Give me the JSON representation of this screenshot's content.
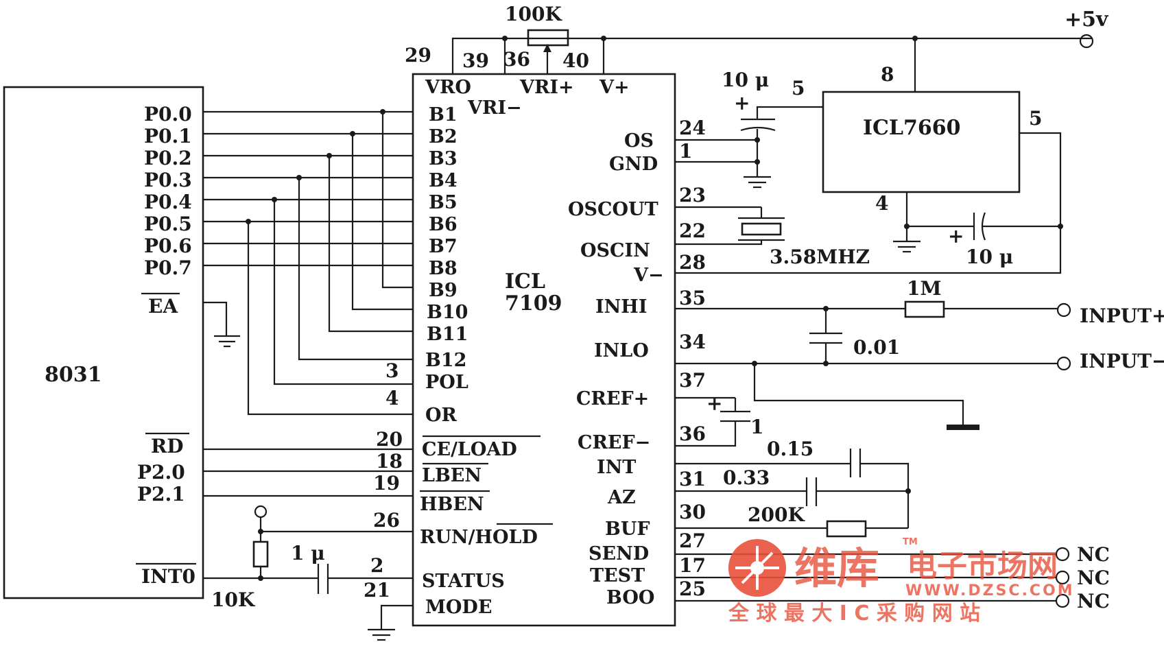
{
  "mcu": {
    "name": "8031",
    "pins": [
      "P0.0",
      "P0.1",
      "P0.2",
      "P0.3",
      "P0.4",
      "P0.5",
      "P0.6",
      "P0.7"
    ],
    "ea": "EA",
    "rd": "RD",
    "p20": "P2.0",
    "p21": "P2.1",
    "int0": "INT0"
  },
  "adc": {
    "name_line1": "ICL",
    "name_line2": "7109",
    "top_pins": [
      "VRO",
      "VRI+",
      "V+"
    ],
    "vri_minus": "VRI−",
    "b_pins": [
      "B1",
      "B2",
      "B3",
      "B4",
      "B5",
      "B6",
      "B7",
      "B8",
      "B9",
      "B10",
      "B11",
      "B12"
    ],
    "pol": "POL",
    "or": "OR",
    "ce_load": "CE/LOAD",
    "lben": "LBEN",
    "hben": "HBEN",
    "run_hold": "RUN/HOLD",
    "status": "STATUS",
    "mode": "MODE",
    "os": "OS",
    "gnd": "GND",
    "oscout": "OSCOUT",
    "oscin": "OSCIN",
    "vminus": "V−",
    "inhi": "INHI",
    "inlo": "INLO",
    "cref_p": "CREF+",
    "cref_m": "CREF−",
    "int": "INT",
    "az": "AZ",
    "buf": "BUF",
    "send": "SEND",
    "test": "TEST",
    "boo": "BOO"
  },
  "pin_numbers": {
    "p29": "29",
    "p39": "39",
    "p36top": "36",
    "p40": "40",
    "p3": "3",
    "p4": "4",
    "p20": "20",
    "p18": "18",
    "p19": "19",
    "p26": "26",
    "p2": "2",
    "p21": "21",
    "p24": "24",
    "p1": "1",
    "p23": "23",
    "p22": "22",
    "p28": "28",
    "p35": "35",
    "p34": "34",
    "p37": "37",
    "p36": "36",
    "p31": "31",
    "p30": "30",
    "p27": "27",
    "p17": "17",
    "p25": "25"
  },
  "conv": {
    "name": "ICL7660",
    "pin8": "8",
    "pin5_left": "5",
    "pin5_right": "5",
    "pin4": "4"
  },
  "components": {
    "pot": "100K",
    "vcc": "+5v",
    "c_10u_top": "10 μ",
    "c_plus_top": "+",
    "crystal": "3.58MHZ",
    "c_10u_right": "10 μ",
    "c_plus_right": "+",
    "r_1m": "1M",
    "c_001": "0.01",
    "c_1": "1",
    "c_015": "0.15",
    "c_033": "0.33",
    "r_200k": "200K",
    "c_1u": "1 μ",
    "r_10k": "10K"
  },
  "io": {
    "input_plus": "INPUT+",
    "input_minus": "INPUT−",
    "nc1": "NC",
    "nc2": "NC",
    "nc3": "NC"
  },
  "watermark": {
    "brand": "维库",
    "tagline": "电子市场网",
    "tm": "TM",
    "url": "WWW.DZSC.COM",
    "slogan": "全 球 最 大 I C 采 购 网 站"
  }
}
